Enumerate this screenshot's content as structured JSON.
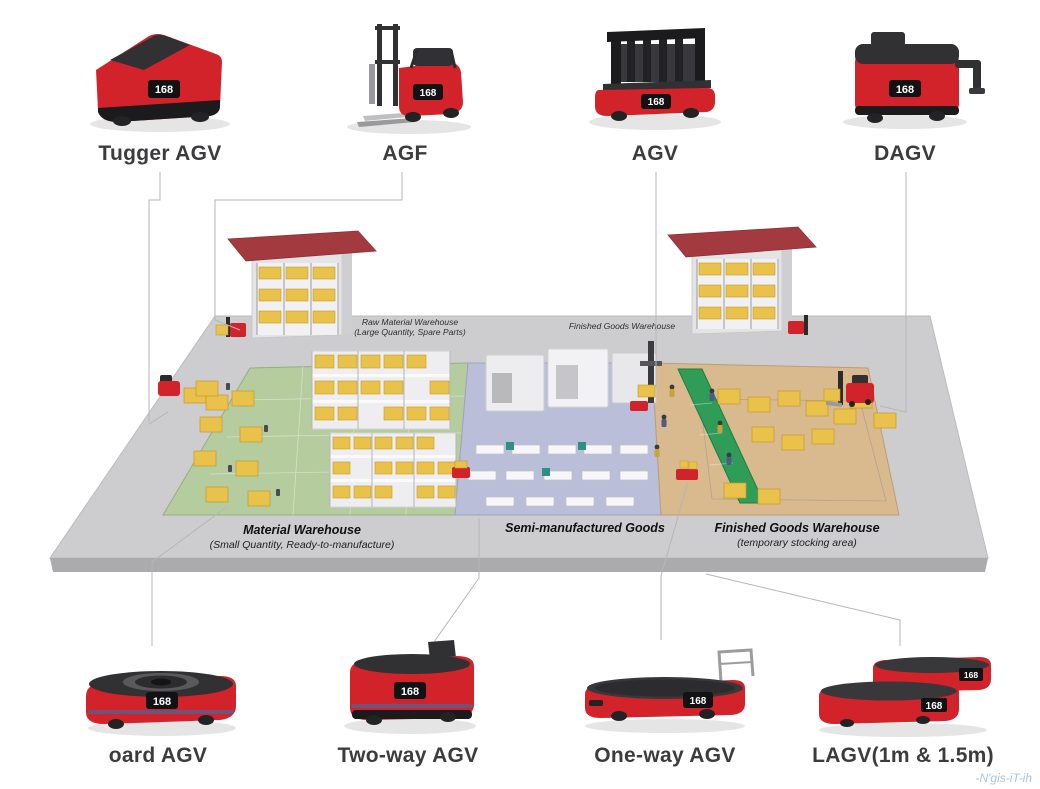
{
  "brand": "168",
  "top_row": [
    {
      "label": "Tugger AGV"
    },
    {
      "label": "AGF"
    },
    {
      "label": "AGV"
    },
    {
      "label": "DAGV"
    }
  ],
  "bottom_row": [
    {
      "label": "oard AGV"
    },
    {
      "label": "Two-way AGV"
    },
    {
      "label": "One-way AGV"
    },
    {
      "label": "LAGV(1m & 1.5m)"
    }
  ],
  "scene": {
    "zones": {
      "raw_material": {
        "line1": "Raw Material Warehouse",
        "line2": "(Large Quantity, Spare Parts)"
      },
      "finished_goods_building": {
        "line1": "Finished Goods Warehouse"
      },
      "material": {
        "line1": "Material Warehouse",
        "line2": "(Small Quantity, Ready-to-manufacture)"
      },
      "semi_manufactured": {
        "line1": "Semi-manufactured Goods"
      },
      "finished_goods_area": {
        "line1": "Finished Goods Warehouse",
        "line2": "(temporary stocking area)"
      }
    }
  },
  "watermark": "-N'gis-iT-ih",
  "colors": {
    "accent_red": "#d2232a",
    "floor_gray": "#cdcdcf",
    "zone_green": "#b5cd9e",
    "zone_lavender": "#babed8",
    "zone_tan": "#d9b98e",
    "roof_red": "#a23a3f",
    "pallet_yellow": "#e8c24a",
    "conveyor_green": "#2f9d57"
  }
}
